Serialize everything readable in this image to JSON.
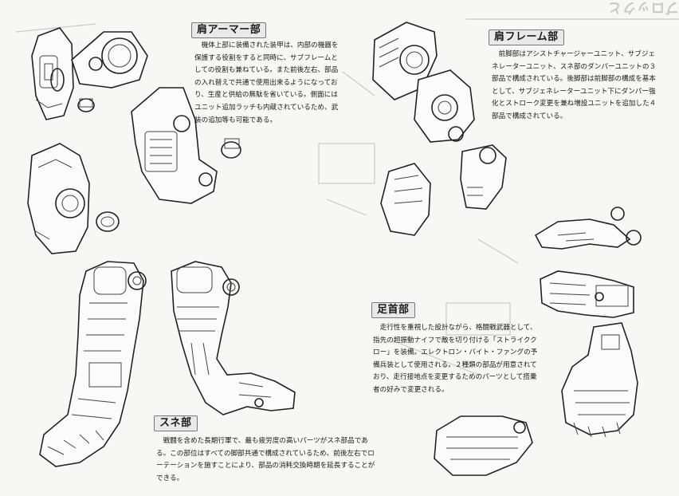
{
  "header_strip": "ブロックと",
  "sections": {
    "shoulder_armor": {
      "title": "肩アーマー部",
      "text": "機体上部に装備された装甲は、内部の機器を保護する役割をすると同時に、サブフレームとしての役割も兼ねている。また前後左右、部品の入れ替えで共通で使用出来るようになっており、生産と供給の無駄を省いている。側面にはユニット追加ラッチも内蔵されているため、武装の追加等も可能である。"
    },
    "shoulder_frame": {
      "title": "肩フレーム部",
      "text": "前脚部はアシストチャージャーユニット、サブジェネレーターユニット、スネ部のダンパーユニットの３部品で構成されている。後脚部は前脚部の構成を基本として、サブジェネレーターユニット下にダンパー強化とストローク変更を兼ね増設ユニットを追加した４部品で構成されている。"
    },
    "ankle": {
      "title": "足首部",
      "text": "走行性を重視した設計ながら、格闘戦武器として、指先の超振動ナイフで敵を切り付ける「ストライククロー」を装備。エレクトロン・バイト・ファングの予備兵装として使用される。２種類の部品が用意されており、走行接地点を変更するためのパーツとして搭乗者の好みで変更される。"
    },
    "shin": {
      "title": "スネ部",
      "text": "戦闘を含めた長期行軍で、最も疲労度の高いパーツがスネ部品である。この部位はすべての脚部共通で構成されているため、前後左右でローテーションを施すことにより、部品の消耗交換時期を延長することができる。"
    }
  }
}
